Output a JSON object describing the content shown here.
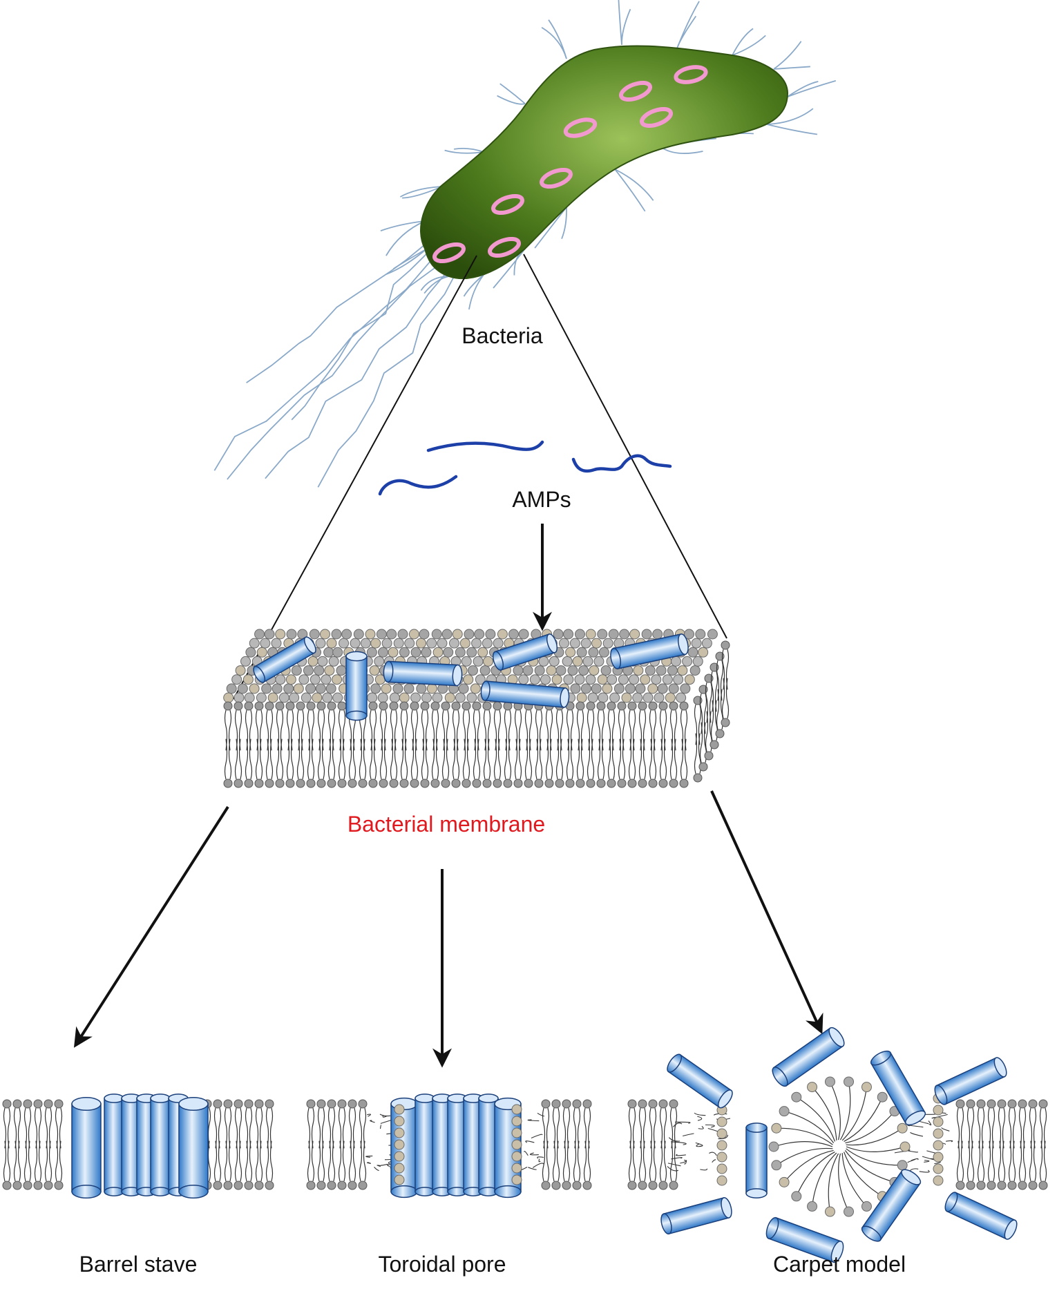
{
  "labels": {
    "bacteria": "Bacteria",
    "amps": "AMPs",
    "membrane": "Bacterial membrane",
    "barrel": "Barrel stave",
    "toroidal": "Toroidal pore",
    "carpet": "Carpet model"
  },
  "colors": {
    "bacterium_body": "#4c7a1c",
    "bacterium_edge": "#2f5210",
    "pink_spot": "#f29ad0",
    "flagella": "#8aa9c9",
    "amp_strand": "#1c3fa8",
    "peptide_blue": "#4f9de6",
    "lipid_head": "#9a9a9a",
    "lipid_head_beige": "#c9bfa8",
    "membrane_label": "#e0191f",
    "text": "#111111"
  }
}
